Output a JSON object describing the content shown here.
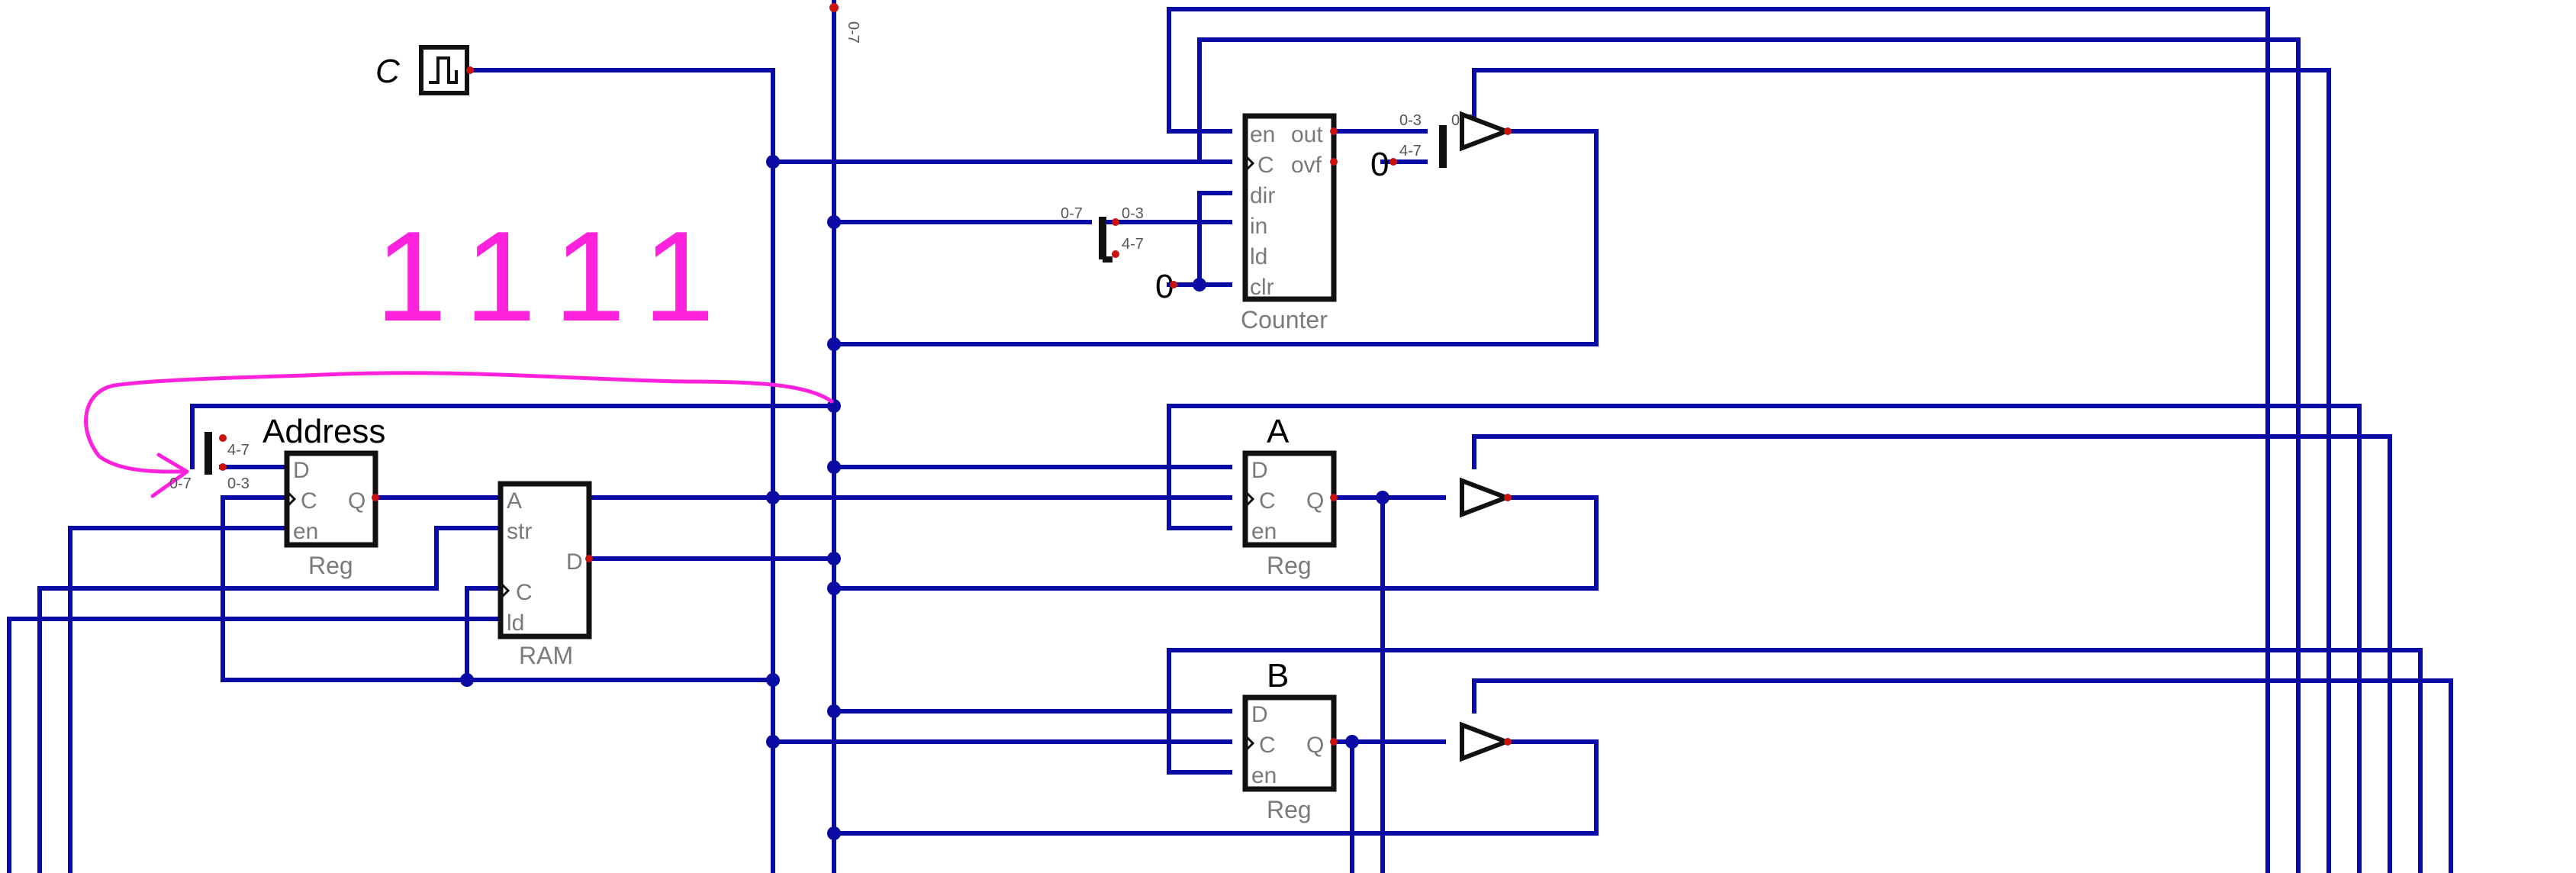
{
  "clock": {
    "label": "C"
  },
  "bus": {
    "top_label": "0-7"
  },
  "annotation": {
    "text": "1111",
    "color": "#ff22dd"
  },
  "counter": {
    "name": "Counter",
    "pins": {
      "en": "en",
      "c": "C",
      "dir": "dir",
      "in": "in",
      "ld": "ld",
      "clr": "clr",
      "out": "out",
      "ovf": "ovf"
    },
    "const_label": "0"
  },
  "counter_splitter": {
    "in_label": "0-7",
    "out_low": "0-3",
    "out_high": "4-7"
  },
  "out_splitter": {
    "in_low": "0-3",
    "in_high": "4-7",
    "out": "0-7",
    "const_label": "0"
  },
  "address": {
    "title": "Address",
    "name": "Reg",
    "pins": {
      "d": "D",
      "c": "C",
      "en": "en",
      "q": "Q"
    }
  },
  "address_splitter": {
    "bus": "0-7",
    "high": "4-7",
    "low": "0-3"
  },
  "ram": {
    "name": "RAM",
    "pins": {
      "a": "A",
      "str": "str",
      "c": "C",
      "ld": "ld",
      "d": "D"
    }
  },
  "reg_a": {
    "title": "A",
    "name": "Reg",
    "pins": {
      "d": "D",
      "c": "C",
      "en": "en",
      "q": "Q"
    }
  },
  "reg_b": {
    "title": "B",
    "name": "Reg",
    "pins": {
      "d": "D",
      "c": "C",
      "en": "en",
      "q": "Q"
    }
  },
  "colors": {
    "wire": "#0a0aa5",
    "pin": "#cc1111",
    "component": "#111111",
    "label": "#7a7a7a"
  }
}
